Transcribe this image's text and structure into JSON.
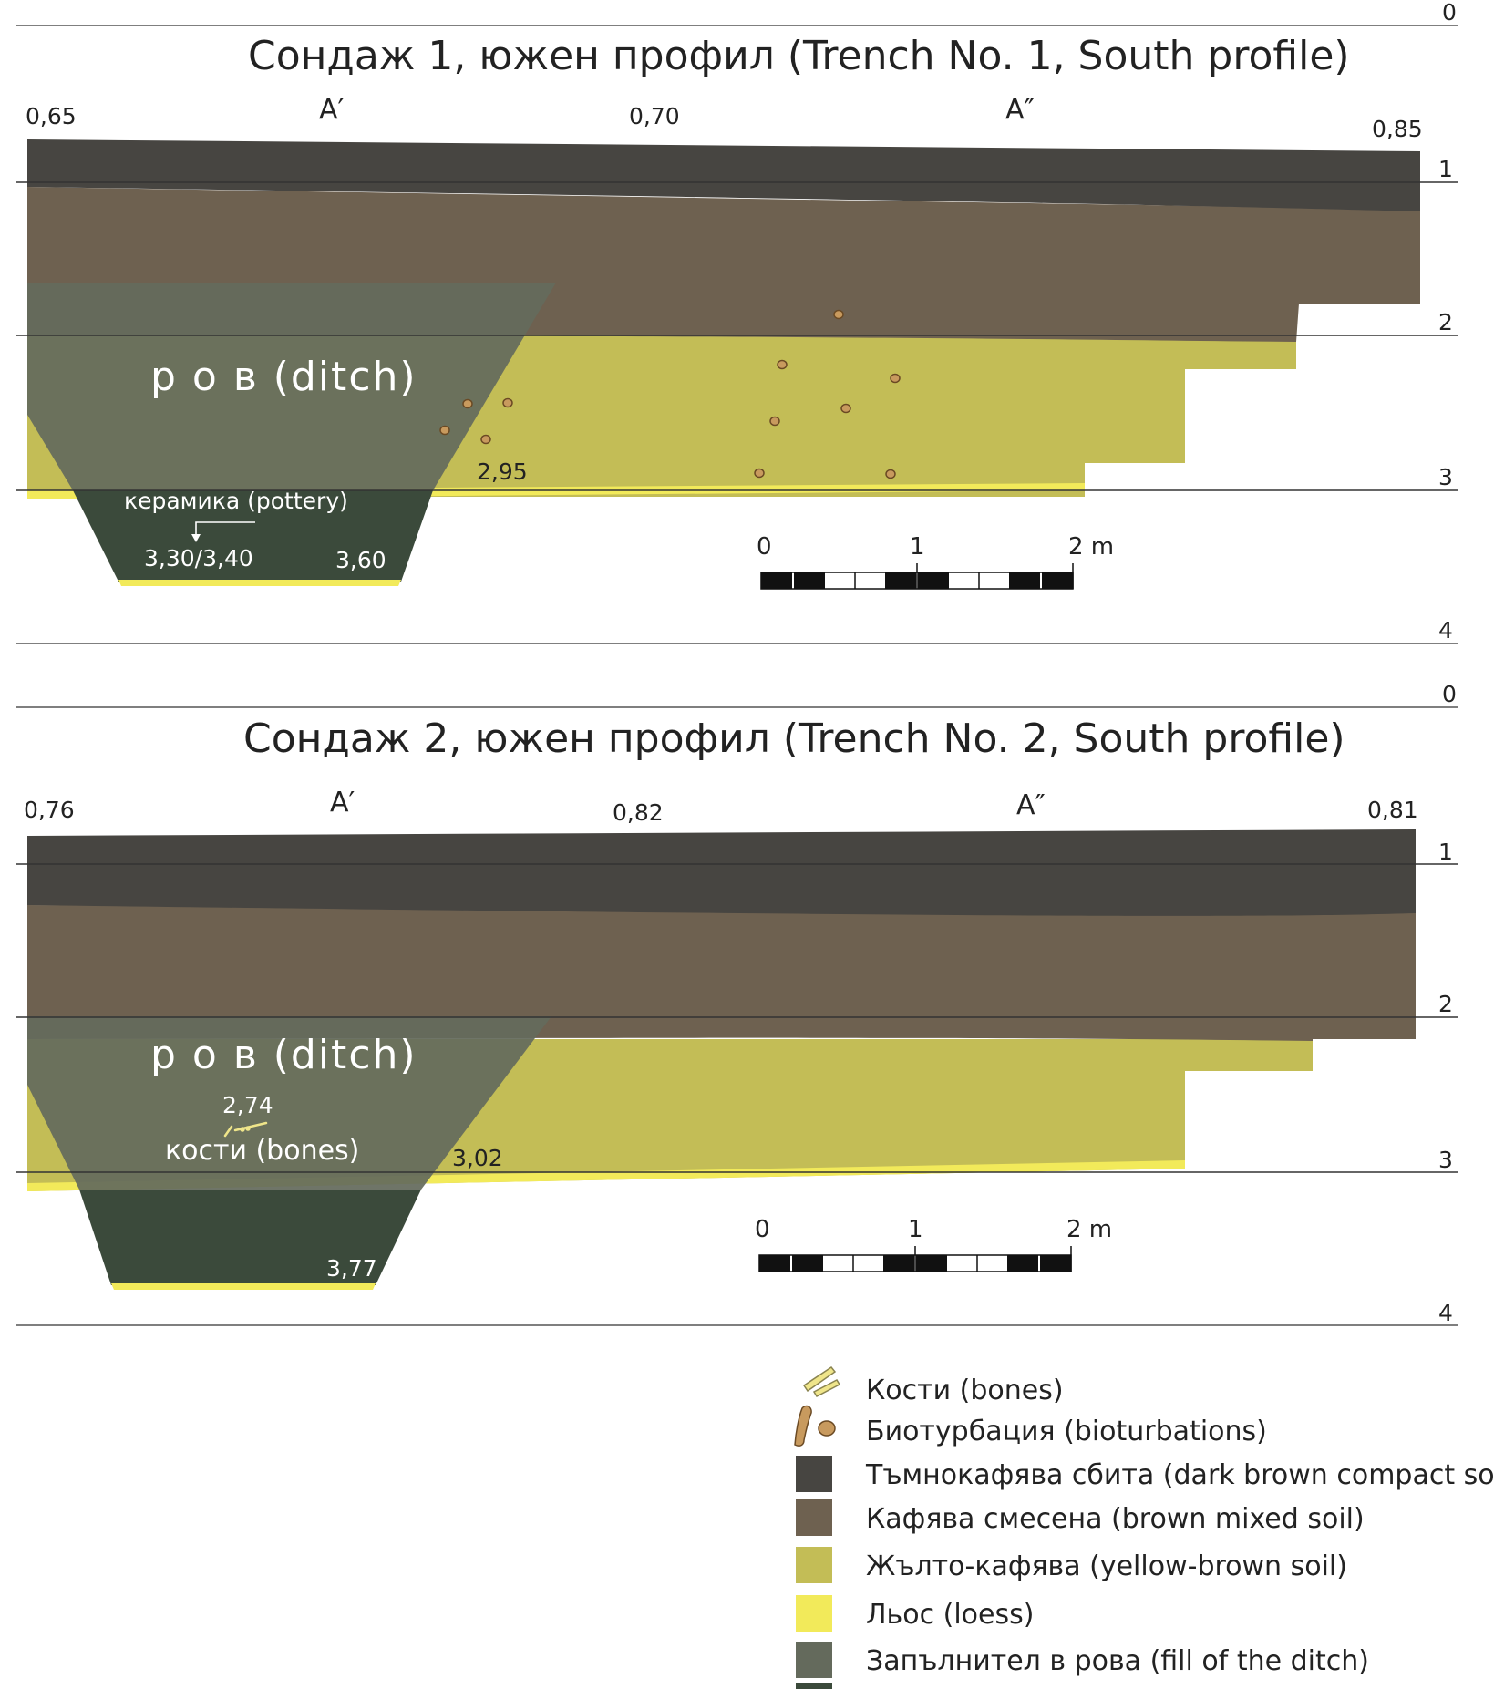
{
  "colors": {
    "dark_brown_compact": "#474541",
    "brown_mixed": "#6e6150",
    "yellow_brown": "#c3bd56",
    "loess": "#f2ea5a",
    "ditch_fill": "#646a5c",
    "ditch_bottom": "#3b4a3b",
    "bioturbation": "#c89a5e",
    "bones": "#efe58a"
  },
  "depth_axis": {
    "ticks": [
      "0",
      "1",
      "2",
      "3",
      "4"
    ]
  },
  "trench1": {
    "title": "Сондаж 1, южен профил (Trench No. 1, South profile)",
    "elevations": [
      "0,65",
      "0,70",
      "0,85"
    ],
    "section_marks": [
      "A′",
      "A″"
    ],
    "ditch_label": "р о в (ditch)",
    "pottery_label": "керамика (pottery)",
    "pottery_depth": "3,30/3,40",
    "ditch_bottom_depth": "3,60",
    "ditch_edge_depth": "2,95",
    "scale": [
      "0",
      "1",
      "2 m"
    ]
  },
  "trench2": {
    "title": "Сондаж 2, южен профил (Trench No. 2, South profile)",
    "elevations": [
      "0,76",
      "0,82",
      "0,81"
    ],
    "section_marks": [
      "A′",
      "A″"
    ],
    "ditch_label": "р о в (ditch)",
    "bones_depth": "2,74",
    "bones_label": "кости (bones)",
    "ditch_edge_depth": "3,02",
    "ditch_bottom_depth": "3,77",
    "scale": [
      "0",
      "1",
      "2 m"
    ]
  },
  "legend": {
    "items": [
      {
        "label": "Кости  (bones)",
        "icon": "bones-icon"
      },
      {
        "label": "Биотурбация (bioturbations)",
        "icon": "bioturbation-icon"
      },
      {
        "label": "Тъмнокафява сбита (dark brown compact soil)",
        "icon": "swatch-dark-brown"
      },
      {
        "label": "Кафява смесена (brown mixed soil)",
        "icon": "swatch-brown"
      },
      {
        "label": "Жълто-кафява (yellow-brown soil)",
        "icon": "swatch-yellow-brown"
      },
      {
        "label": "Льос (loess)",
        "icon": "swatch-loess"
      },
      {
        "label": "Запълнител в рова (fill of the ditch)",
        "icon": "swatch-ditch-fill"
      }
    ]
  }
}
